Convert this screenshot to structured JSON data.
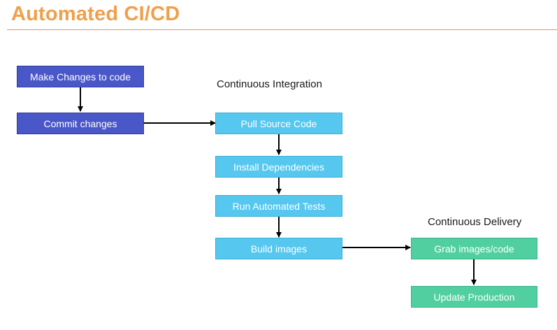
{
  "title": "Automated CI/CD",
  "sections": {
    "ci_label": "Continuous Integration",
    "cd_label": "Continuous Delivery"
  },
  "nodes": {
    "make_changes": "Make Changes to code",
    "commit_changes": "Commit changes",
    "pull_source": "Pull Source Code",
    "install_deps": "Install Dependencies",
    "run_tests": "Run Automated Tests",
    "build_images": "Build images",
    "grab_images": "Grab images/code",
    "update_production": "Update Production"
  },
  "colors": {
    "title": "#f0a04b",
    "developer_boxes": "#4a57c8",
    "ci_boxes": "#56c7ef",
    "cd_boxes": "#52cfa0"
  }
}
